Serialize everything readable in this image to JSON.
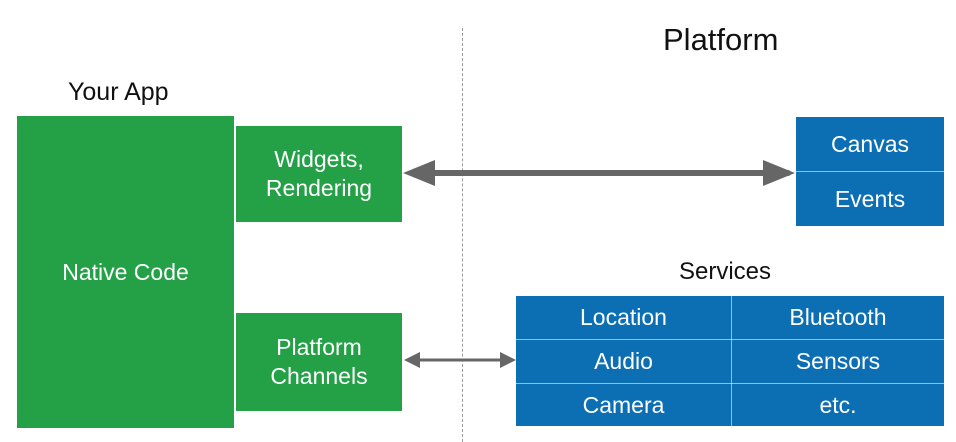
{
  "headings": {
    "platform": "Platform",
    "your_app": "Your App",
    "services": "Services"
  },
  "app": {
    "native_code": "Native Code",
    "widgets_rendering": "Widgets,\nRendering",
    "platform_channels": "Platform\nChannels"
  },
  "platform": {
    "canvas": "Canvas",
    "events": "Events"
  },
  "services": {
    "items": [
      "Location",
      "Bluetooth",
      "Audio",
      "Sensors",
      "Camera",
      "etc."
    ]
  },
  "colors": {
    "green": "#24a047",
    "blue": "#0c6fb4",
    "arrow": "#666666"
  }
}
